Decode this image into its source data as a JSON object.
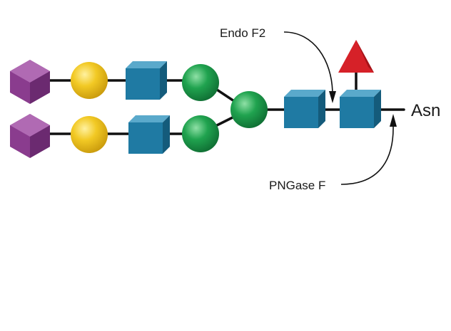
{
  "labels": {
    "endo_f2": "Endo F2",
    "pngase_f": "PNGase F",
    "asn": "Asn"
  },
  "colors": {
    "sialic_acid": "#8a3c8e",
    "galactose": "#f1c823",
    "glcnac": "#1f7aa3",
    "mannose": "#1fa24e",
    "fucose": "#d62128",
    "bond": "#111111"
  },
  "icons": {
    "sialic_acid": "purple-diamond-icon",
    "galactose": "yellow-circle-icon",
    "glcnac": "blue-square-icon",
    "mannose": "green-circle-icon",
    "fucose": "red-triangle-icon"
  }
}
